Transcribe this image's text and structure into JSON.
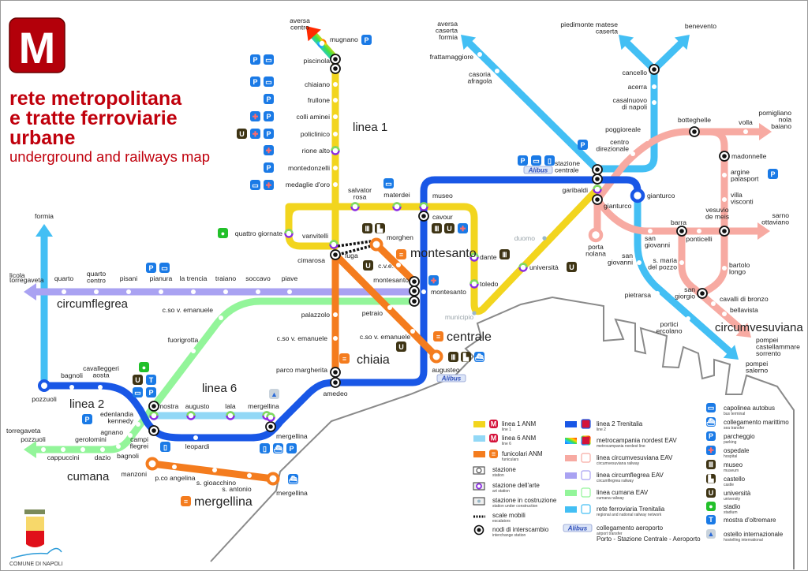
{
  "header": {
    "logo_letter": "M",
    "title_lines": [
      "rete metropolitana",
      "e tratte ferroviarie",
      "urbane"
    ],
    "subtitle": "underground and railways map"
  },
  "colors": {
    "linea1": "#f2d51e",
    "linea2": "#1957e6",
    "linea6": "#92d8f6",
    "funicolari": "#f47c1e",
    "circumvesuviana": "#f7aaa2",
    "circumflegrea": "#a9a2f2",
    "cumana": "#93f59a",
    "trenitalia": "#43bff4",
    "title_red": "#c0000c",
    "art_station": "#8a2be2"
  },
  "line_names": {
    "linea1": "linea 1",
    "linea2": "linea 2",
    "linea6": "linea 6",
    "circumflegrea": "circumflegrea",
    "cumana": "cumana",
    "circumvesuviana": "circumvesuviana",
    "fun_montesanto": "montesanto",
    "fun_chiaia": "chiaia",
    "fun_centrale": "centrale",
    "fun_mergellina": "mergellina"
  },
  "terminals": {
    "aversa_centro": [
      "aversa",
      "centro"
    ],
    "aversa_caserta_formia": [
      "aversa",
      "caserta",
      "formia"
    ],
    "piedimonte": [
      "piedimonte matese",
      "caserta"
    ],
    "benevento": [
      "benevento"
    ],
    "pomigliano": [
      "pomigliano",
      "nola",
      "baiano"
    ],
    "sarno": [
      "sarno",
      "ottaviano"
    ],
    "pompei_sorrento": [
      "pompei",
      "castellammare",
      "sorrento"
    ],
    "pompei_salerno": [
      "pompei",
      "salerno"
    ],
    "formia": [
      "formia"
    ],
    "licola": [
      "licola",
      "torregaveta"
    ],
    "torregaveta": [
      "torregaveta"
    ]
  },
  "stations": {
    "linea1": [
      [
        "piscinola"
      ],
      [
        "chiaiano"
      ],
      [
        "frullone"
      ],
      [
        "colli aminei"
      ],
      [
        "policlinico"
      ],
      [
        "rione alto"
      ],
      [
        "montedonzelli"
      ],
      [
        "medaglie d'oro"
      ],
      [
        "vanvitelli"
      ],
      [
        "quattro giornate"
      ],
      [
        "salvator",
        "rosa"
      ],
      [
        "materdei"
      ],
      [
        "museo"
      ],
      [
        "cavour"
      ],
      [
        "dante"
      ],
      [
        "toledo"
      ],
      [
        "municipio"
      ],
      [
        "università"
      ],
      [
        "duomo"
      ],
      [
        "garibaldi"
      ],
      [
        "mugnano"
      ]
    ],
    "linea2": [
      [
        "pozzuoli"
      ],
      [
        "bagnoli"
      ],
      [
        "cavalleggeri",
        "aosta"
      ],
      [
        "campi",
        "flegrei"
      ],
      [
        "leopardi"
      ],
      [
        "mergellina"
      ],
      [
        "amedeo"
      ],
      [
        "montesanto"
      ],
      [
        "gianturco"
      ]
    ],
    "linea6": [
      [
        "mostra"
      ],
      [
        "augusto"
      ],
      [
        "lala"
      ],
      [
        "mergellina"
      ]
    ],
    "funicolari": [
      [
        "morghen"
      ],
      [
        "c.v.e."
      ],
      [
        "montesanto"
      ],
      [
        "fuga"
      ],
      [
        "cimarosa"
      ],
      [
        "petraio"
      ],
      [
        "c.so v. emanuele"
      ],
      [
        "augusteo"
      ],
      [
        "palazzolo"
      ],
      [
        "c.so v. emanuele"
      ],
      [
        "parco margherita"
      ],
      [
        "manzoni"
      ],
      [
        "p.co angelina"
      ],
      [
        "s. gioacchino"
      ],
      [
        "s. antonio"
      ],
      [
        "mergellina"
      ]
    ],
    "cumana": [
      [
        "pozzuoli"
      ],
      [
        "cappuccini"
      ],
      [
        "gerolomini"
      ],
      [
        "dazio"
      ],
      [
        "bagnoli"
      ],
      [
        "agnano"
      ],
      [
        "edenlandia",
        "kennedy"
      ],
      [
        "fuorigrotta"
      ],
      [
        "c.so v. emanuele"
      ]
    ],
    "circumflegrea": [
      [
        "quarto"
      ],
      [
        "quarto",
        "centro"
      ],
      [
        "pisani"
      ],
      [
        "pianura"
      ],
      [
        "la trencia"
      ],
      [
        "traiano"
      ],
      [
        "soccavo"
      ],
      [
        "piave"
      ]
    ],
    "trenitalia": [
      [
        "frattamaggiore"
      ],
      [
        "casoria",
        "afragola"
      ],
      [
        "cancello"
      ],
      [
        "acerra"
      ],
      [
        "casalnuovo",
        "di napoli"
      ],
      [
        "stazione",
        "centrale"
      ],
      [
        "san",
        "giovanni"
      ],
      [
        "pietrarsa"
      ],
      [
        "portici",
        "ercolano"
      ]
    ],
    "circumvesuviana": [
      [
        "poggioreale"
      ],
      [
        "centro",
        "direzionale"
      ],
      [
        "botteghelle"
      ],
      [
        "volla"
      ],
      [
        "madonnelle"
      ],
      [
        "argine",
        "palasport"
      ],
      [
        "villa",
        "visconti"
      ],
      [
        "vesuvio",
        "de meis"
      ],
      [
        "barra"
      ],
      [
        "ponticelli"
      ],
      [
        "san",
        "giovanni"
      ],
      [
        "s. maria",
        "del pozzo"
      ],
      [
        "bartolo",
        "longo"
      ],
      [
        "san",
        "giorgio"
      ],
      [
        "cavalli di bronzo"
      ],
      [
        "bellavista"
      ],
      [
        "porta",
        "nolana"
      ],
      [
        "gianturco"
      ]
    ]
  },
  "legend": {
    "col1": [
      {
        "label": "linea 1 ANM",
        "sub": "line 1",
        "swatch": "linea1",
        "icon": "metro-icon"
      },
      {
        "label": "linea 6 ANM",
        "sub": "line 6",
        "swatch": "linea6",
        "icon": "metro-icon"
      },
      {
        "label": "funicolari ANM",
        "sub": "funiculars",
        "swatch": "funicolari",
        "icon": "funicular-icon"
      },
      {
        "label": "stazione",
        "sub": "station"
      },
      {
        "label": "stazione dell'arte",
        "sub": "art station"
      },
      {
        "label": "stazione in costruzione",
        "sub": "station under construction"
      },
      {
        "label": "scale mobili",
        "sub": "escalators"
      },
      {
        "label": "nodi di interscambio",
        "sub": "interchange station"
      }
    ],
    "col2": [
      {
        "label": "linea 2 Trenitalia",
        "sub": "line 2",
        "swatch": "linea2"
      },
      {
        "label": "metrocampania nordest EAV",
        "sub": "metrocampania nordest line",
        "swatch": "rainbow"
      },
      {
        "label": "linea circumvesuviana EAV",
        "sub": "circumvesuviana railway",
        "swatch": "circumvesuviana"
      },
      {
        "label": "linea circumflegrea EAV",
        "sub": "circumflegrea railway",
        "swatch": "circumflegrea"
      },
      {
        "label": "linea cumana EAV",
        "sub": "cumana railway",
        "swatch": "cumana"
      },
      {
        "label": "rete ferroviaria Trenitalia",
        "sub": "regional and national railway network",
        "swatch": "trenitalia"
      },
      {
        "label": "collegamento aeroporto",
        "sub": "airport transfer",
        "extra": "Porto - Stazione Centrale - Aeroporto"
      }
    ],
    "col3": [
      {
        "label": "capolinea autobus",
        "sub": "bus terminal",
        "icon": "bus"
      },
      {
        "label": "collegamento marittimo",
        "sub": "sea transfer",
        "icon": "ship"
      },
      {
        "label": "parcheggio",
        "sub": "parking",
        "icon": "parking"
      },
      {
        "label": "ospedale",
        "sub": "hospital",
        "icon": "hospital"
      },
      {
        "label": "museo",
        "sub": "museum",
        "icon": "museum"
      },
      {
        "label": "castello",
        "sub": "castle",
        "icon": "castle"
      },
      {
        "label": "università",
        "sub": "university",
        "icon": "university"
      },
      {
        "label": "stadio",
        "sub": "stadium",
        "icon": "stadium"
      },
      {
        "label": "mostra d'oltremare",
        "sub": "",
        "icon": "fair"
      },
      {
        "label": "ostello internazionale",
        "sub": "hostelling international",
        "icon": "hostel"
      }
    ],
    "alibus": "Alibus"
  },
  "footer": {
    "comune": "COMUNE DI NAPOLI"
  }
}
